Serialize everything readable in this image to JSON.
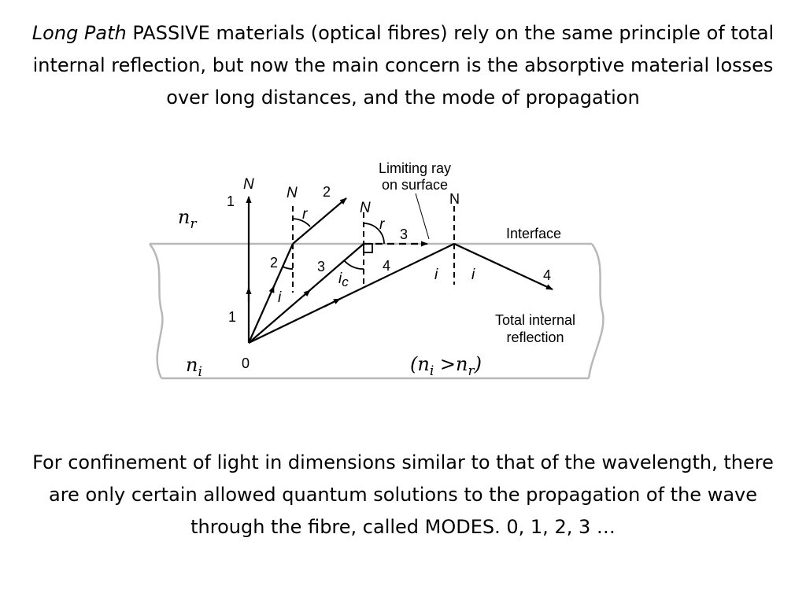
{
  "intro": {
    "italic": "Long Path",
    "rest": " PASSIVE materials (optical fibres) rely on the same principle of total internal reflection, but now the main concern is the absorptive material losses over long distances, and the mode of propagation"
  },
  "modes_text": "For confinement of light in dimensions similar to that of the wavelength, there are only certain allowed quantum solutions to the propagation of the wave through the fibre, called MODES.  0, 1, 2, 3 …",
  "diagram": {
    "limiting_ray": [
      "Limiting ray",
      "on surface"
    ],
    "interface": "Interface",
    "tir": [
      "Total internal",
      "reflection"
    ],
    "normal": "N",
    "ray_nums": [
      "0",
      "1",
      "2",
      "3",
      "4"
    ],
    "angle_r": "r",
    "angle_i": "i",
    "angle_ic": "i",
    "ic_sub": "c",
    "n_r": "n",
    "n_r_sub": "r",
    "n_i": "n",
    "n_i_sub": "i",
    "condition": {
      "open": "(",
      "n1": "n",
      "sub1": "i",
      "gt": " >",
      "n2": "n",
      "sub2": "r",
      "close": ")"
    }
  }
}
